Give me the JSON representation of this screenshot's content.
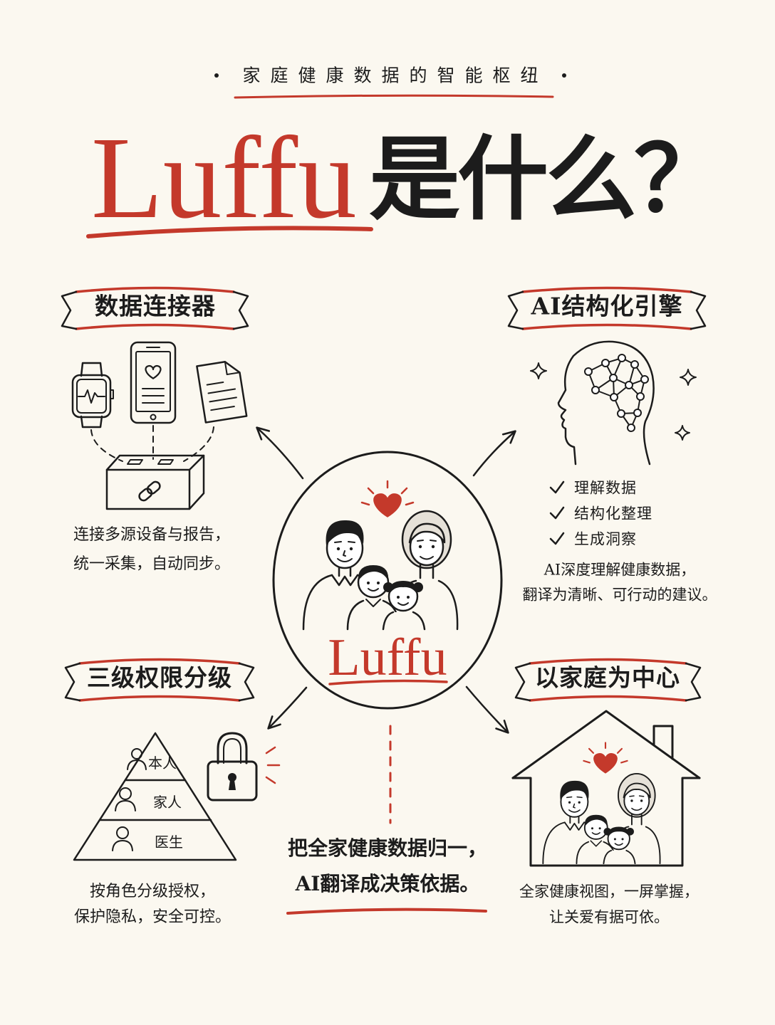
{
  "colors": {
    "accent": "#c4392b",
    "ink": "#1c1c1c",
    "background": "#fbf8f0"
  },
  "subtitle": "家庭健康数据的智能枢纽",
  "title": {
    "brand": "Luffu",
    "question": "是什么？"
  },
  "sections": {
    "connector": {
      "label": "数据连接器",
      "icons": [
        "smartwatch-icon",
        "phone-icon",
        "document-icon",
        "hub-box-icon",
        "link-icon"
      ],
      "desc": [
        "连接多源设备与报告，",
        "统一采集，自动同步。"
      ]
    },
    "ai_engine": {
      "label": "AI结构化引擎",
      "icons": [
        "brain-network-head-icon",
        "sparkle-icon",
        "checkmark-icon"
      ],
      "checklist": [
        "理解数据",
        "结构化整理",
        "生成洞察"
      ],
      "desc": [
        "AI深度理解健康数据，",
        "翻译为清晰、可行动的建议。"
      ]
    },
    "permissions": {
      "label": "三级权限分级",
      "icons": [
        "pyramid-icon",
        "person-icon",
        "padlock-icon"
      ],
      "levels": [
        "本人",
        "家人",
        "医生"
      ],
      "desc": [
        "按角色分级授权，",
        "保护隐私，安全可控。"
      ]
    },
    "family": {
      "label": "以家庭为中心",
      "icons": [
        "house-icon",
        "heart-icon",
        "family-icon"
      ],
      "desc": [
        "全家健康视图，一屏掌握，",
        "让关爱有据可依。"
      ]
    }
  },
  "center": {
    "brand": "Luffu",
    "icons": [
      "heart-icon",
      "family-icon"
    ]
  },
  "tagline": [
    "把全家健康数据归一，",
    "AI翻译成决策依据。"
  ]
}
